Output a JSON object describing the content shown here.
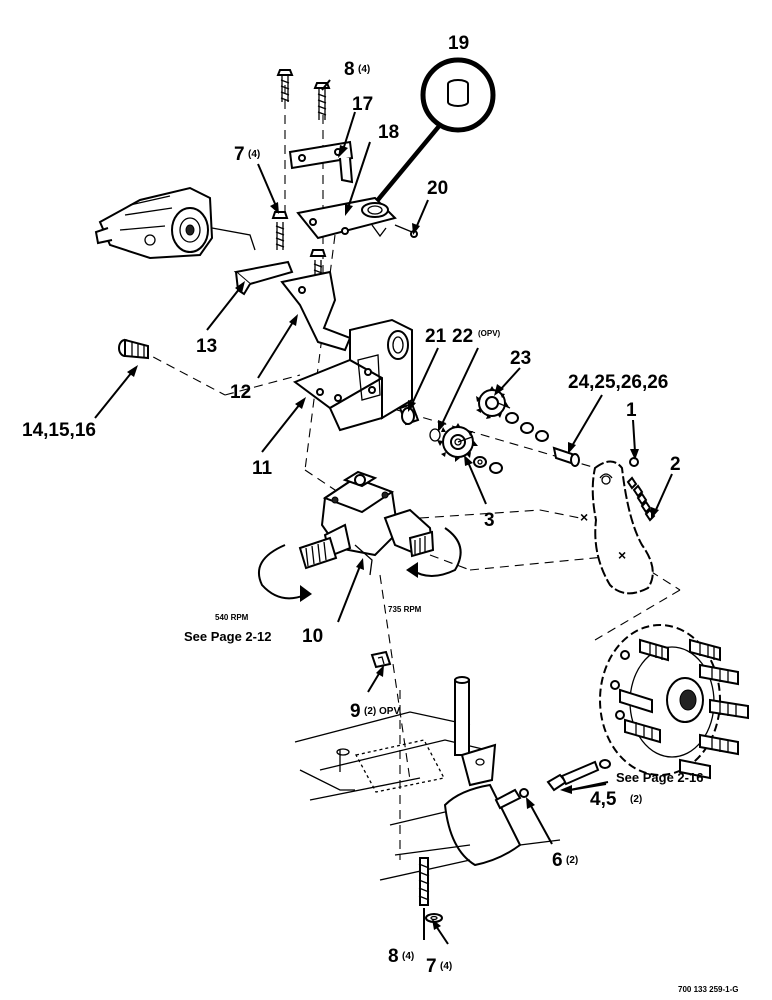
{
  "labels": {
    "n19": "19",
    "n8top": "8",
    "n8top_q": "(4)",
    "n17": "17",
    "n18": "18",
    "n7top": "7",
    "n7top_q": "(4)",
    "n20": "20",
    "n13": "13",
    "n12": "12",
    "n14": "14,15,16",
    "n11": "11",
    "n21": "21",
    "n22": "22",
    "n22_q": "(OPV)",
    "n23": "23",
    "n24": "24,25,26,26",
    "n1": "1",
    "n2": "2",
    "n3": "3",
    "rpm540": "540 RPM",
    "rpm735": "735 RPM",
    "see212": "See Page 2-12",
    "n10": "10",
    "n9": "9",
    "n9_q": "(2) OPV",
    "see216": "See Page 2-16",
    "n4": "4,5",
    "n4_q": "(2)",
    "n6": "6",
    "n6_q": "(2)",
    "n8bot": "8",
    "n8bot_q": "(4)",
    "n7bot": "7",
    "n7bot_q": "(4)",
    "code": "700 133 259-1-G"
  }
}
